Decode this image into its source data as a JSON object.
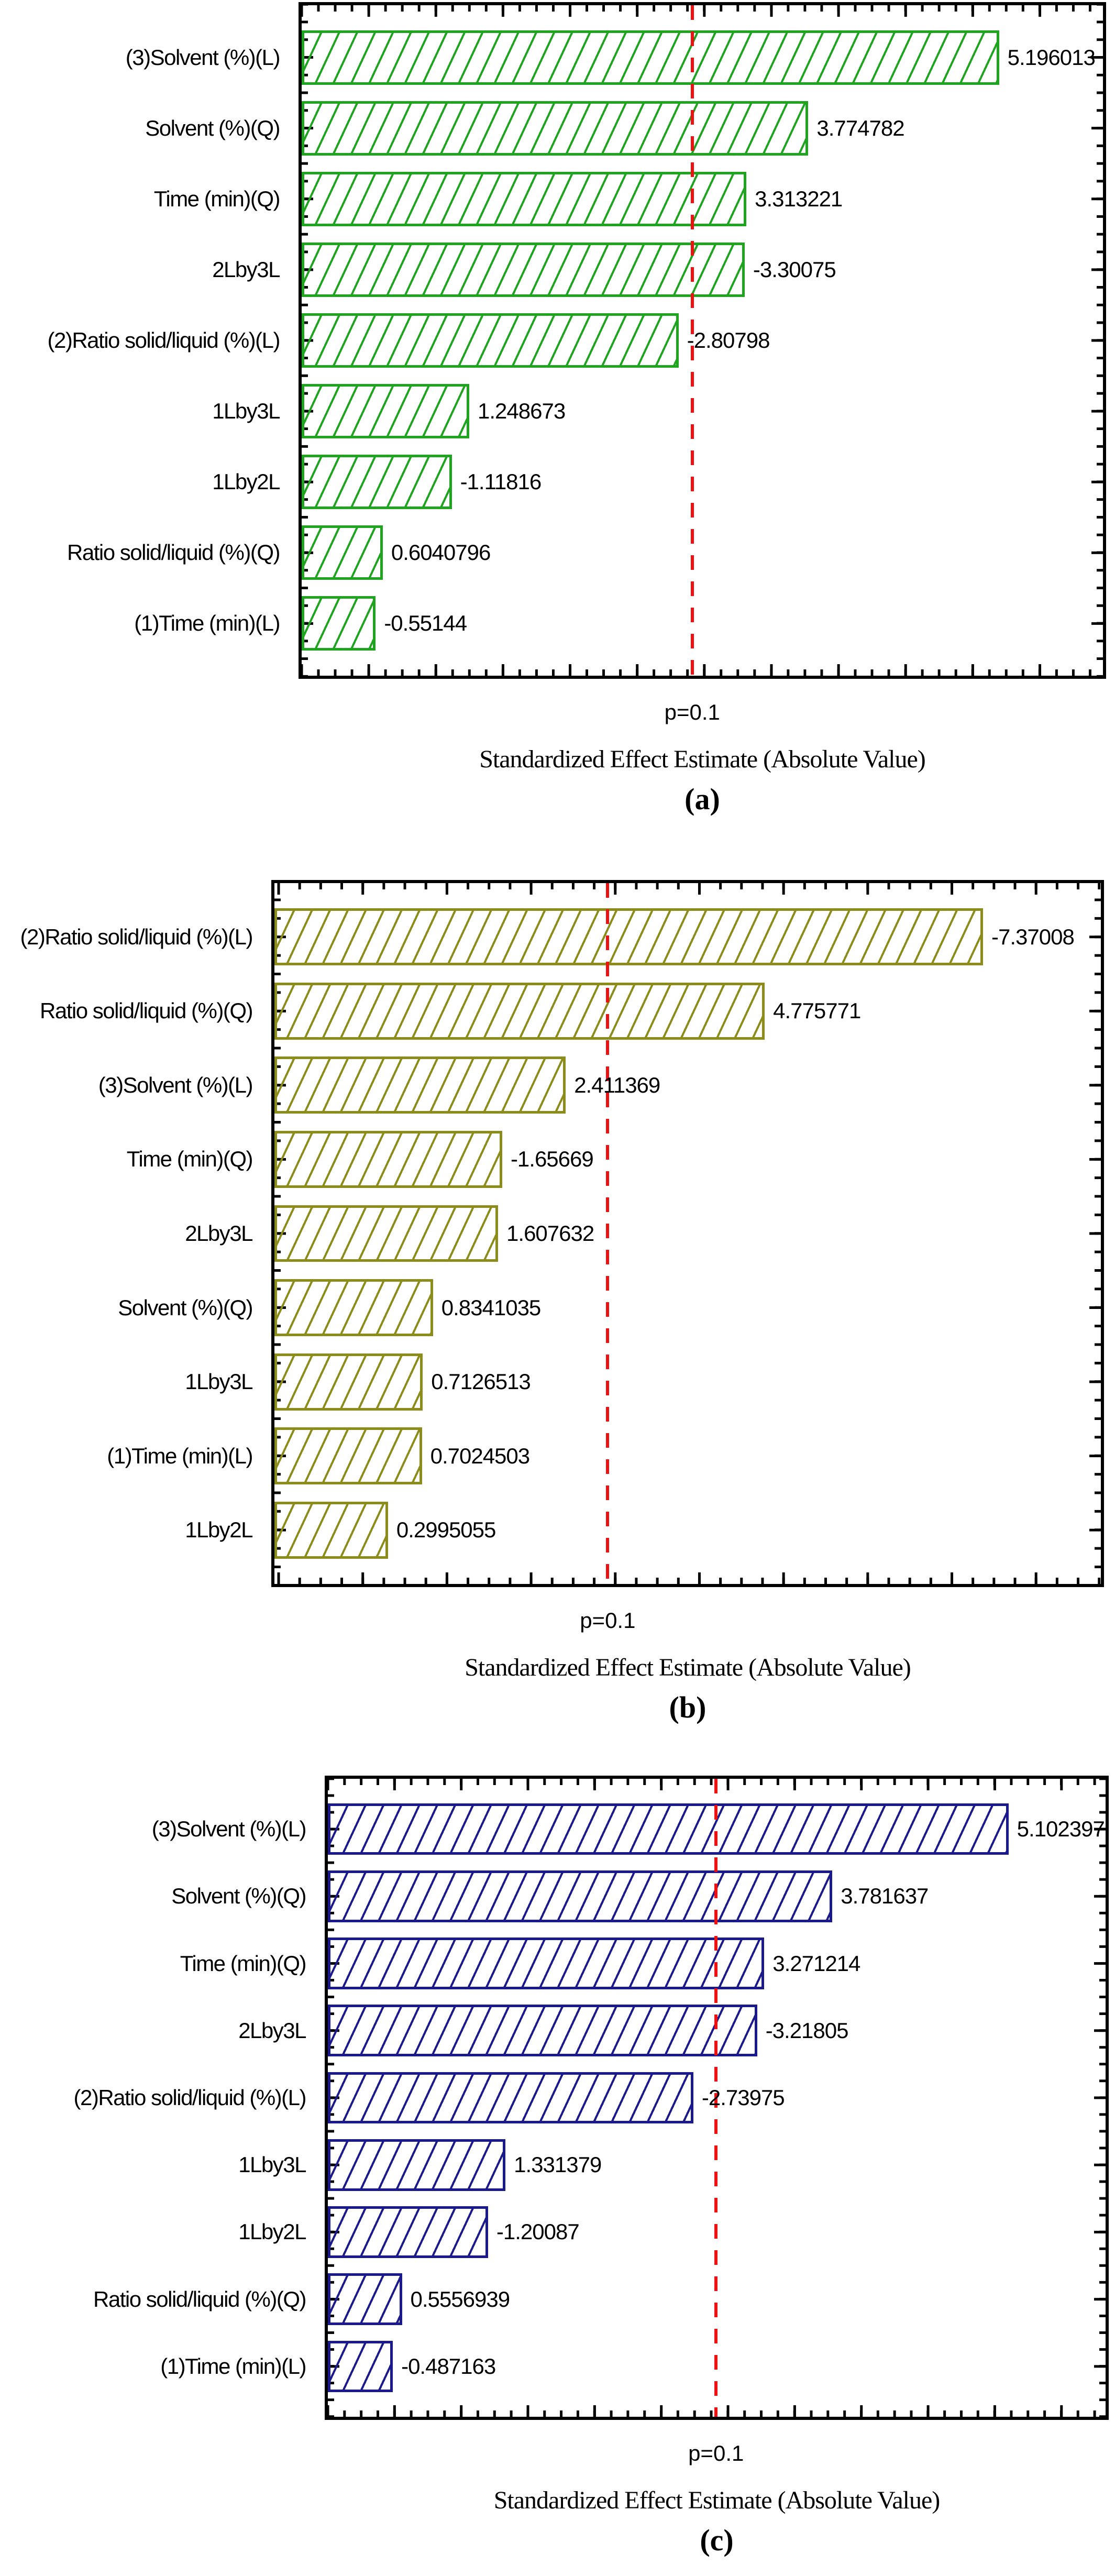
{
  "figure": {
    "background": "#ffffff",
    "border_color": "#000000",
    "threshold_line_color": "#ee1111",
    "threshold_line_style": "dashed"
  },
  "chart_data": [
    {
      "type": "bar",
      "orientation": "horizontal",
      "panel_letter": "(a)",
      "xlabel": "Standardized Effect Estimate (Absolute Value)",
      "p_line_label": "p=0.1",
      "p_line_value": 2.91,
      "p_line_color": "#ee1111",
      "bar_color": "#1fa41f",
      "xlim": [
        0,
        5.97
      ],
      "major_tick_step": 0.5,
      "minor_tick_step": 0.125,
      "grid": false,
      "legend": "none",
      "categories": [
        "(3)Solvent (%)(L)",
        "Solvent (%)(Q)",
        "Time (min)(Q)",
        "2Lby3L",
        "(2)Ratio solid/liquid (%)(L)",
        "1Lby3L",
        "1Lby2L",
        "Ratio solid/liquid (%)(Q)",
        "(1)Time (min)(L)"
      ],
      "values": [
        5.196013,
        3.774782,
        3.313221,
        -3.30075,
        -2.80798,
        1.248673,
        -1.11816,
        0.6040796,
        -0.55144
      ],
      "value_labels": [
        "5.196013",
        "3.774782",
        "3.313221",
        "-3.30075",
        "-2.80798",
        "1.248673",
        "-1.11816",
        "0.6040796",
        "-0.55144"
      ]
    },
    {
      "type": "bar",
      "orientation": "horizontal",
      "panel_letter": "(b)",
      "xlabel": "Standardized Effect Estimate (Absolute Value)",
      "p_line_label": "p=0.1",
      "p_line_value": 2.91,
      "p_line_color": "#ee1111",
      "bar_color": "#8c8c1a",
      "xlim": [
        -1.05,
        8.77
      ],
      "major_tick_step": 1.0,
      "minor_tick_step": 0.25,
      "grid": false,
      "legend": "none",
      "categories": [
        "(2)Ratio solid/liquid (%)(L)",
        "Ratio solid/liquid (%)(Q)",
        "(3)Solvent (%)(L)",
        "Time (min)(Q)",
        "2Lby3L",
        "Solvent (%)(Q)",
        "1Lby3L",
        "(1)Time (min)(L)",
        "1Lby2L"
      ],
      "values": [
        -7.37008,
        4.775771,
        2.411369,
        -1.65669,
        1.607632,
        0.8341035,
        0.7126513,
        0.7024503,
        0.2995055
      ],
      "value_labels": [
        "-7.37008",
        "4.775771",
        "2.411369",
        "-1.65669",
        "1.607632",
        "0.8341035",
        "0.7126513",
        "0.7024503",
        "0.2995055"
      ]
    },
    {
      "type": "bar",
      "orientation": "horizontal",
      "panel_letter": "(c)",
      "xlabel": "Standardized Effect Estimate (Absolute Value)",
      "p_line_label": "p=0.1",
      "p_line_value": 2.91,
      "p_line_color": "#ee1111",
      "bar_color": "#1a1a8c",
      "xlim": [
        0,
        5.83
      ],
      "major_tick_step": 0.5,
      "minor_tick_step": 0.125,
      "grid": false,
      "legend": "none",
      "categories": [
        "(3)Solvent (%)(L)",
        "Solvent (%)(Q)",
        "Time (min)(Q)",
        "2Lby3L",
        "(2)Ratio solid/liquid (%)(L)",
        "1Lby3L",
        "1Lby2L",
        "Ratio solid/liquid (%)(Q)",
        "(1)Time (min)(L)"
      ],
      "values": [
        5.102397,
        3.781637,
        3.271214,
        -3.21805,
        -2.73975,
        1.331379,
        -1.20087,
        0.5556939,
        -0.487163
      ],
      "value_labels": [
        "5.102397",
        "3.781637",
        "3.271214",
        "-3.21805",
        "-2.73975",
        "1.331379",
        "-1.20087",
        "0.5556939",
        "-0.487163"
      ]
    }
  ]
}
